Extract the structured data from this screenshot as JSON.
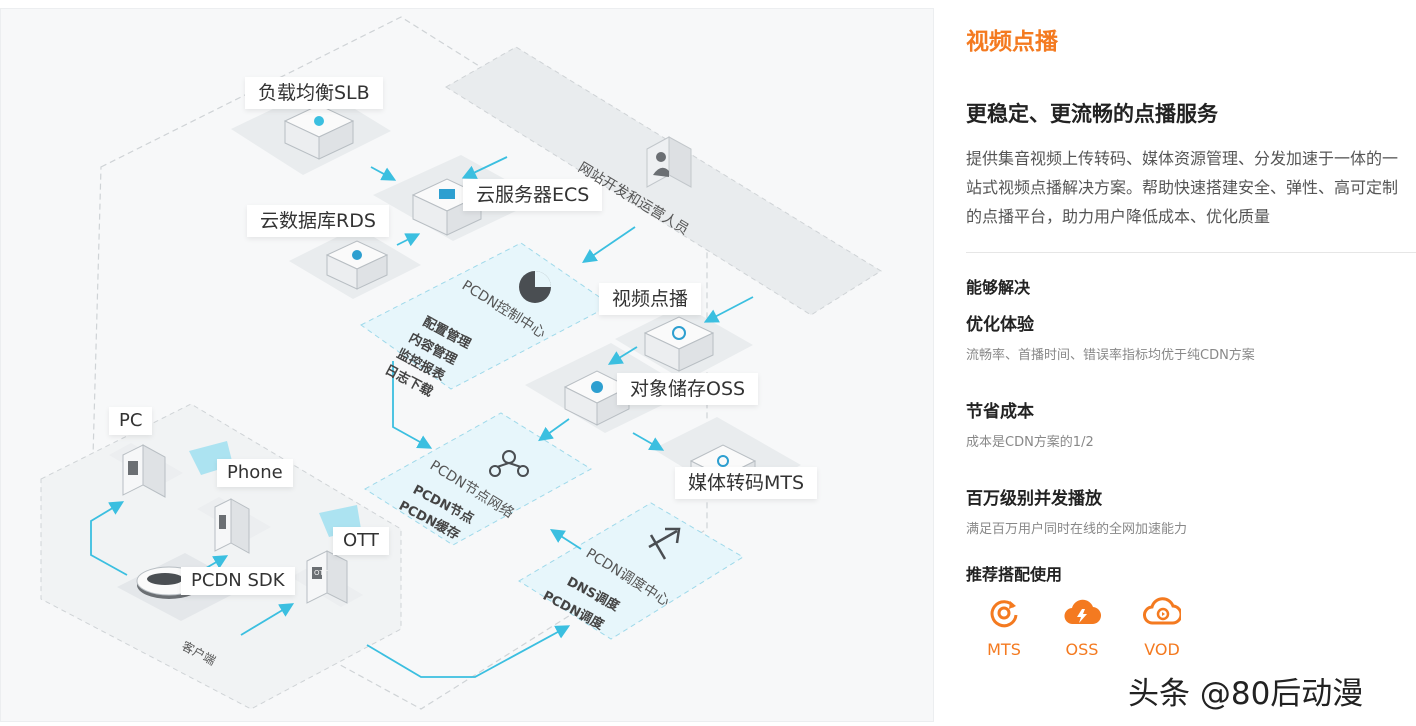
{
  "diagram": {
    "labels": {
      "slb": "负载均衡SLB",
      "ecs": "云服务器ECS",
      "rds": "云数据库RDS",
      "vod": "视频点播",
      "oss": "对象储存OSS",
      "mts": "媒体转码MTS",
      "pc": "PC",
      "phone": "Phone",
      "ott": "OTT",
      "sdk": "PCDN SDK",
      "developer": "网站开发和运营人员",
      "client": "客户端"
    },
    "control": {
      "title": "PCDN控制中心",
      "items": [
        "配置管理",
        "内容管理",
        "监控报表",
        "日志下载"
      ]
    },
    "network": {
      "title": "PCDN节点网络",
      "items": [
        "PCDN节点",
        "PCDN缓存"
      ]
    },
    "dispatch": {
      "title": "PCDN调度中心",
      "items": [
        "DNS调度",
        "PCDN调度"
      ]
    },
    "ott_device_text": "OTT"
  },
  "product": {
    "title": "视频点播",
    "headline": "更稳定、更流畅的点播服务",
    "description": "提供集音视频上传转码、媒体资源管理、分发加速于一体的一站式视频点播解决方案。帮助快速搭建安全、弹性、高可定制的点播平台，助力用户降低成本、优化质量",
    "solve_title": "能够解决",
    "benefits": [
      {
        "title": "优化体验",
        "desc": "流畅率、首播时间、错误率指标均优于纯CDN方案"
      },
      {
        "title": "节省成本",
        "desc": "成本是CDN方案的1/2"
      },
      {
        "title": "百万级别并发播放",
        "desc": "满足百万用户同时在线的全网加速能力"
      }
    ],
    "recommend_title": "推荐搭配使用",
    "recommend": [
      {
        "label": "MTS",
        "icon": "mts-icon"
      },
      {
        "label": "OSS",
        "icon": "oss-icon"
      },
      {
        "label": "VOD",
        "icon": "vod-icon"
      }
    ]
  },
  "watermark": "头条 @80后动漫",
  "colors": {
    "accent": "#f47a20",
    "flow": "#3bbfe0",
    "text": "#222222"
  }
}
